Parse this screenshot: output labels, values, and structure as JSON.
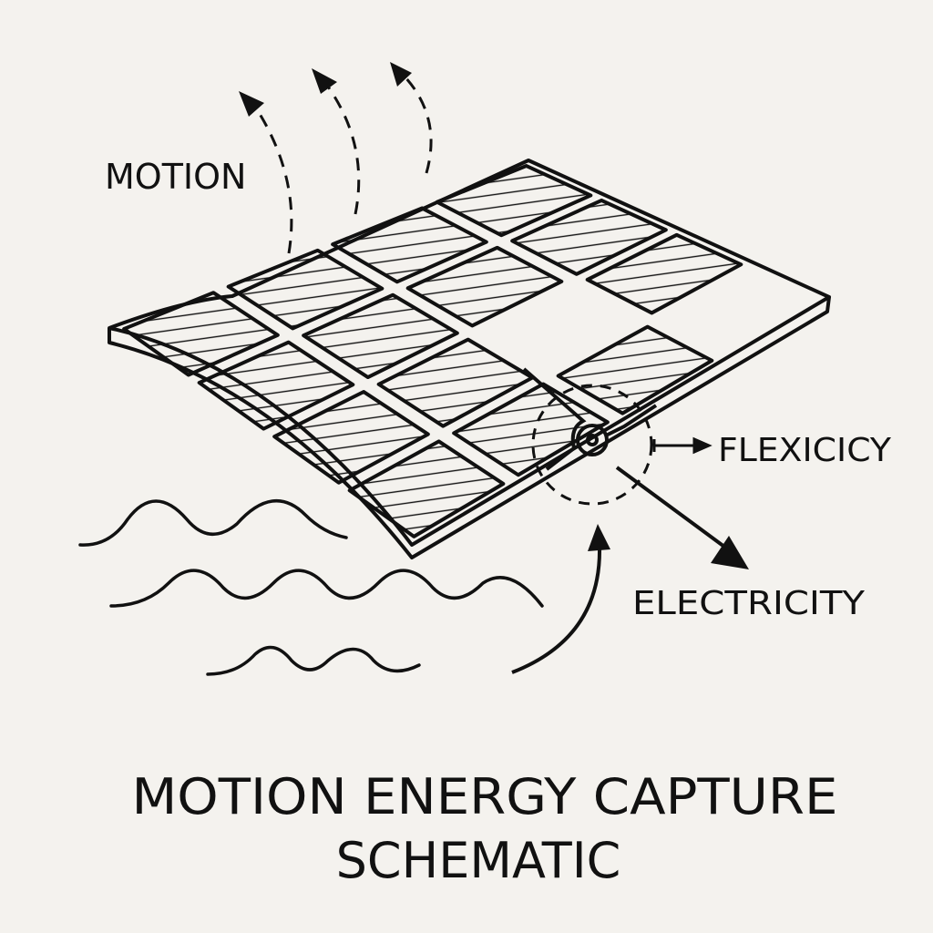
{
  "labels": {
    "motion": "MOTION",
    "flexicity": "FLEXICICY",
    "electricity": "ELECTRICITY"
  },
  "title": {
    "line1": "MOTION ENERGY CAPTURE",
    "line2": "SCHEMATIC"
  },
  "colors": {
    "ink": "#111111",
    "background": "#f4f2ee"
  }
}
